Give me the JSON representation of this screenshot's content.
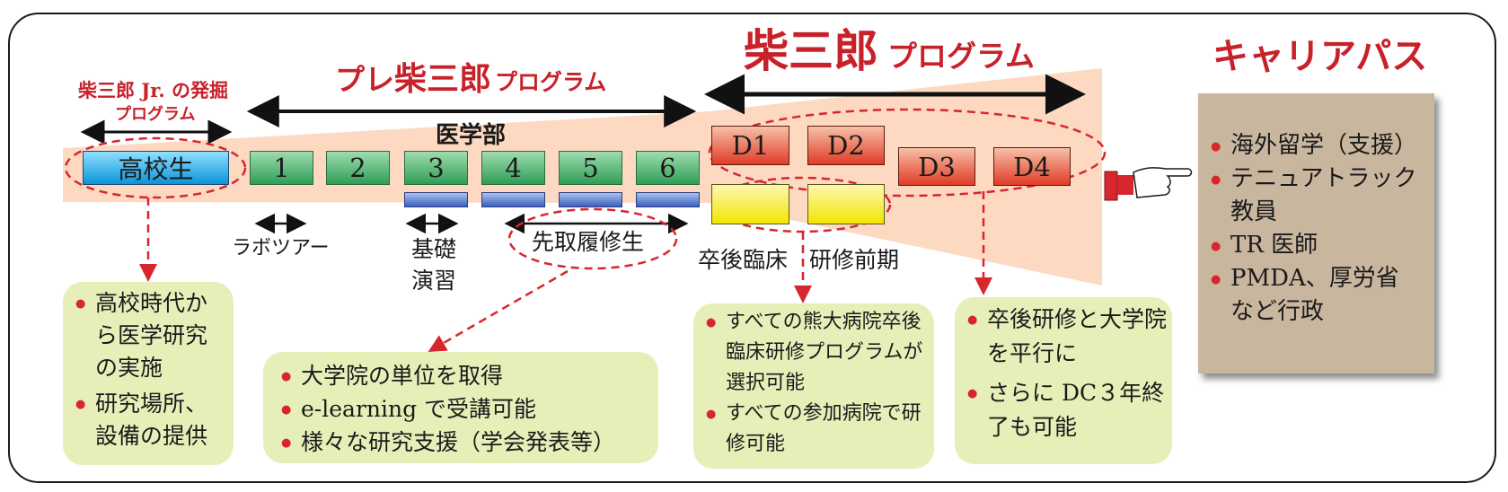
{
  "titles": {
    "shibasaburo": "柴三郎",
    "program": "プログラム",
    "pre_prefix": "プレ",
    "pre_name": "柴三郎",
    "pre_program": "プログラム",
    "jr_line1": "柴三郎 Jr. の発掘",
    "jr_line2": "プログラム",
    "career_path": "キャリアパス"
  },
  "labels": {
    "medical_school": "医学部",
    "lab_tour": "ラボツアー",
    "basic_practice_1": "基礎",
    "basic_practice_2": "演習",
    "advanced_course": "先取履修生",
    "postgrad_clinical": "卒後臨床",
    "training_early": "研修前期"
  },
  "stages": {
    "high_school": "高校生",
    "years": [
      "1",
      "2",
      "3",
      "4",
      "5",
      "6"
    ],
    "doctoral": [
      "D1",
      "D2",
      "D3",
      "D4"
    ]
  },
  "notes": {
    "high_school": [
      "高校時代から医学研究の実施",
      "研究場所、設備の提供"
    ],
    "pre_program": [
      "大学院の単位を取得",
      "e-learning で受講可能",
      "様々な研究支援（学会発表等）"
    ],
    "clinical_training": [
      "すべての熊大病院卒後臨床研修プログラムが選択可能",
      "すべての参加病院で研修可能"
    ],
    "parallel": [
      "卒後研修と大学院を平行に",
      "さらに DC３年終了も可能"
    ]
  },
  "career_items": [
    "海外留学（支援）",
    "テニュアトラック教員",
    "TR 医師",
    "PMDA、厚労省など行政"
  ],
  "colors": {
    "title_red": "#c8212a",
    "band": "#fdd9c2",
    "note_bg": "#e7efb9",
    "year_green": "#2f9e55",
    "doc_red": "#e03b26",
    "training_yellow": "#f2e600",
    "high_school_blue": "#0a94d8",
    "career_bg": "#c9b69e"
  },
  "icons": [
    "double-arrow-icon",
    "pointing-hand-icon",
    "dashed-arrow-icon"
  ]
}
